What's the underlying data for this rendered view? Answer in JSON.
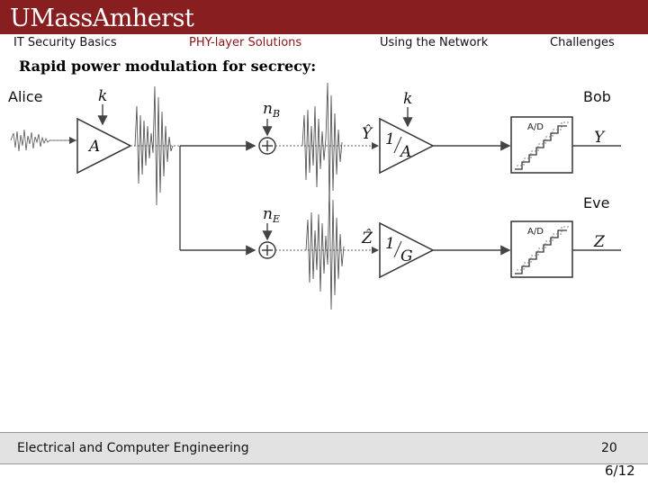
{
  "header": {
    "logo_text": "UMassAmherst",
    "tabs": [
      {
        "label": "IT Security Basics",
        "active": false
      },
      {
        "label": "PHY-layer Solutions",
        "active": true
      },
      {
        "label": "Using the Network",
        "active": false
      },
      {
        "label": "Challenges",
        "active": false
      }
    ],
    "colors": {
      "brand": "#871e1f",
      "active_tab": "#8b1416"
    }
  },
  "slide": {
    "title": "Rapid power modulation for secrecy:"
  },
  "diagram": {
    "parties": {
      "alice": "Alice",
      "bob": "Bob",
      "eve": "Eve"
    },
    "symbols": {
      "k_alice": "k",
      "amp_alice": "A",
      "noise_bob": "n",
      "noise_bob_sub": "B",
      "noise_eve": "n",
      "noise_eve_sub": "E",
      "y_hat": "Ŷ",
      "z_hat": "Ẑ",
      "k_bob": "k",
      "gain_bob_num": "1",
      "gain_bob_den": "A",
      "gain_eve_num": "1",
      "gain_eve_den": "G",
      "out_bob": "Y",
      "out_eve": "Z",
      "adc_label_bob": "A/D",
      "adc_label_eve": "A/D"
    }
  },
  "footer": {
    "text": "Electrical and Computer Engineering",
    "number": "20"
  },
  "page_counter": "6/12"
}
